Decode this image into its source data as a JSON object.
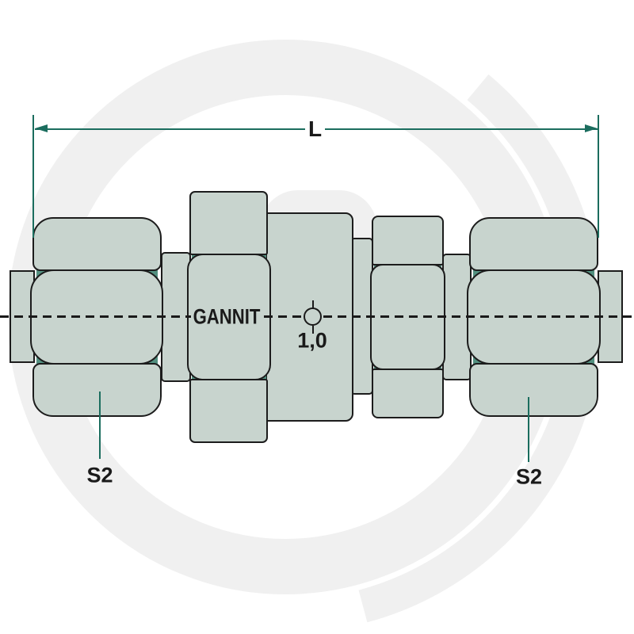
{
  "drawing": {
    "type_note": "technical line drawing of a straight bulkhead compression fitting, side view",
    "dimension_length_label": "L",
    "brand_marking": "GANNIT",
    "orifice_label": "1,0",
    "wrench_left_label": "S2",
    "wrench_right_label": "S2"
  },
  "colors": {
    "background": "#ffffff",
    "body_fill": "#c8d4ce",
    "chamfer_accent": "#539080",
    "outline": "#1c1c1c",
    "dimension_accent": "#1b6d5e",
    "watermark": "#f0f0f0",
    "text": "#1a1a1a"
  }
}
